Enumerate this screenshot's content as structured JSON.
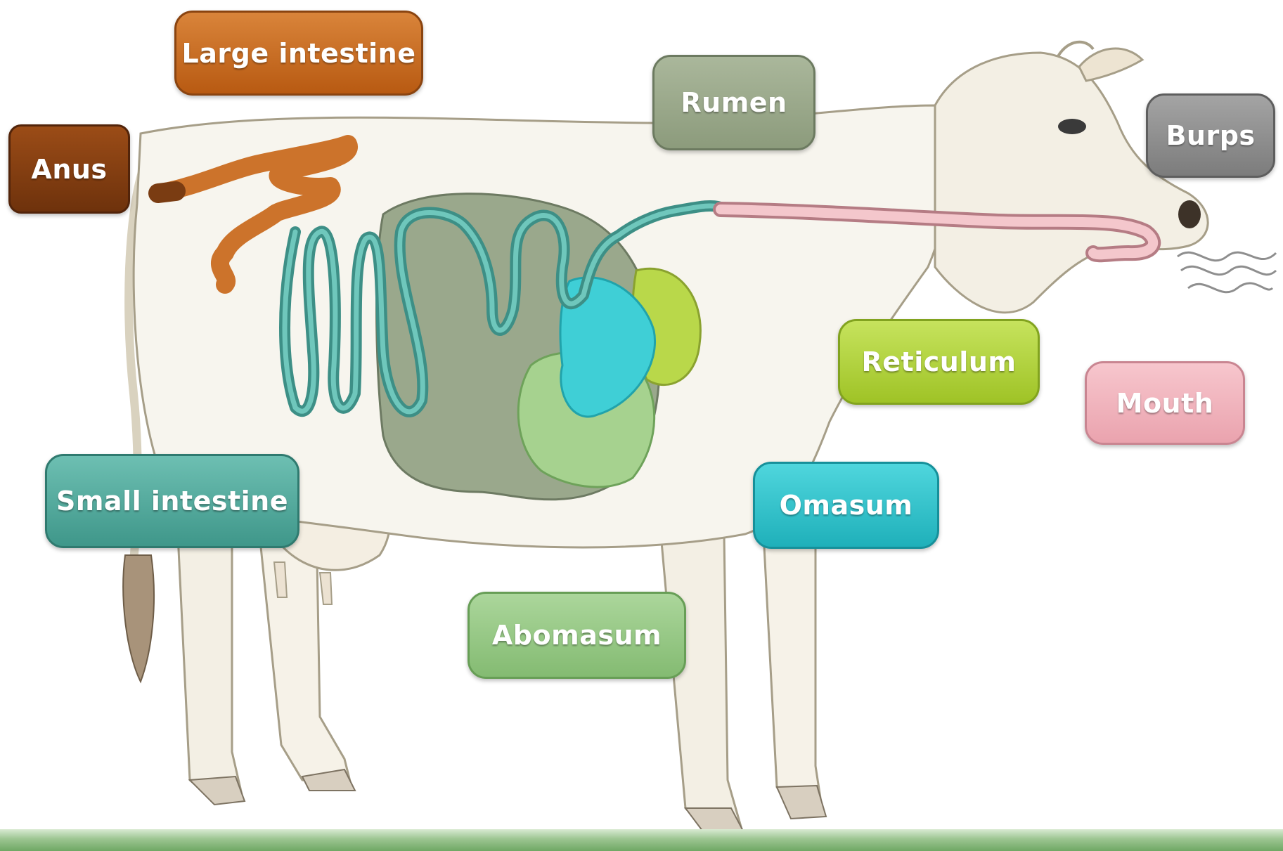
{
  "labels": {
    "large_intestine": "Large intestine",
    "anus": "Anus",
    "rumen": "Rumen",
    "burps": "Burps",
    "reticulum": "Reticulum",
    "mouth": "Mouth",
    "small_intestine": "Small intestine",
    "omasum": "Omasum",
    "abomasum": "Abomasum"
  },
  "colors": {
    "large_intestine": "#c8671f",
    "anus": "#8a4112",
    "rumen": "#9aa98a",
    "burps": "#8c8c8c",
    "reticulum": "#b5d640",
    "mouth": "#f1b6bf",
    "small_intestine": "#56aa9d",
    "omasum": "#34c3cc",
    "abomasum": "#98c888",
    "esophagus": "#f3c3c8",
    "cow_body": "#f6f3ea"
  }
}
